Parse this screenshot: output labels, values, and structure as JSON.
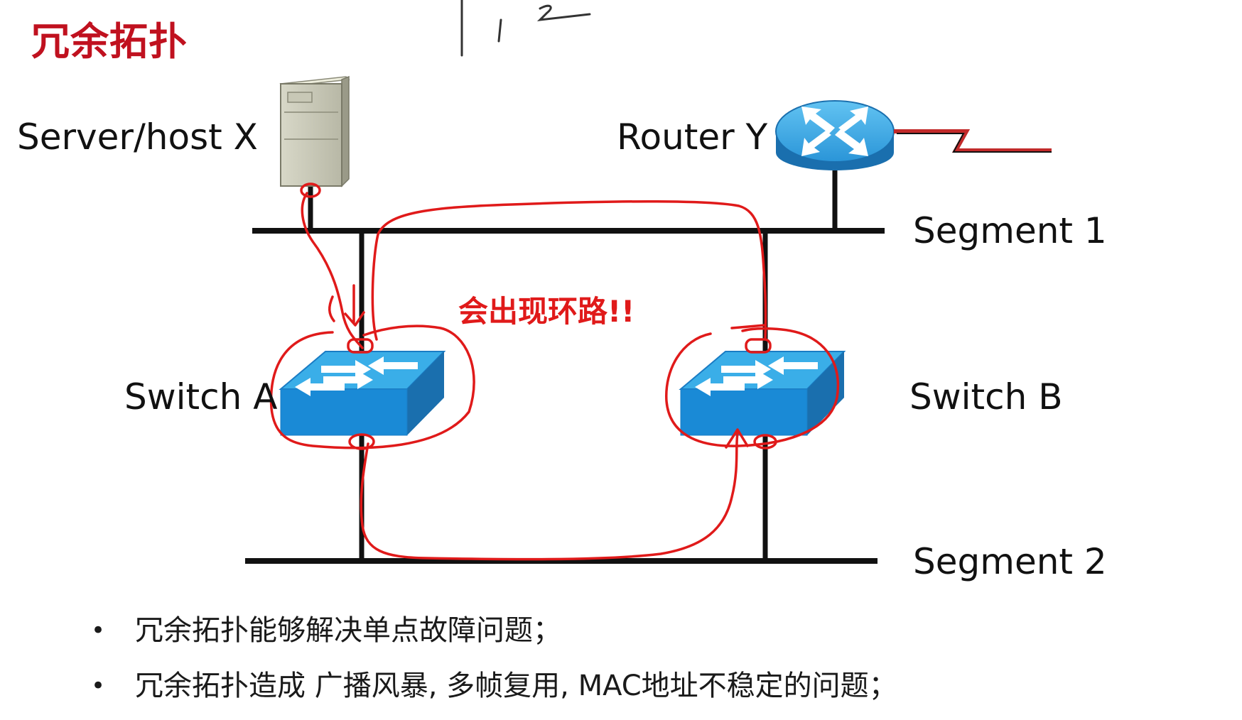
{
  "slide": {
    "title": "冗余拓扑"
  },
  "diagram": {
    "nodes": {
      "server": {
        "label": "Server/host X",
        "icon": "server-icon"
      },
      "router": {
        "label": "Router Y",
        "icon": "router-icon"
      },
      "switch_a": {
        "label": "Switch A",
        "icon": "switch-icon"
      },
      "switch_b": {
        "label": "Switch B",
        "icon": "switch-icon"
      }
    },
    "segments": {
      "segment1": {
        "label": "Segment 1"
      },
      "segment2": {
        "label": "Segment 2"
      }
    },
    "annotation": {
      "text": "会出现环路!!",
      "color": "#e01a1a"
    }
  },
  "bullets": [
    {
      "text": "冗余拓扑能够解决单点故障问题；"
    },
    {
      "text": "冗余拓扑造成 广播风暴, 多帧复用, MAC地址不稳定的问题；"
    }
  ],
  "colors": {
    "title": "#c0111f",
    "switch_top": "#3aaee8",
    "switch_side": "#1a7cc4",
    "router_body": "#2a95d8",
    "wan_link": "#c22a2a",
    "handwriting": "#e01a1a"
  }
}
